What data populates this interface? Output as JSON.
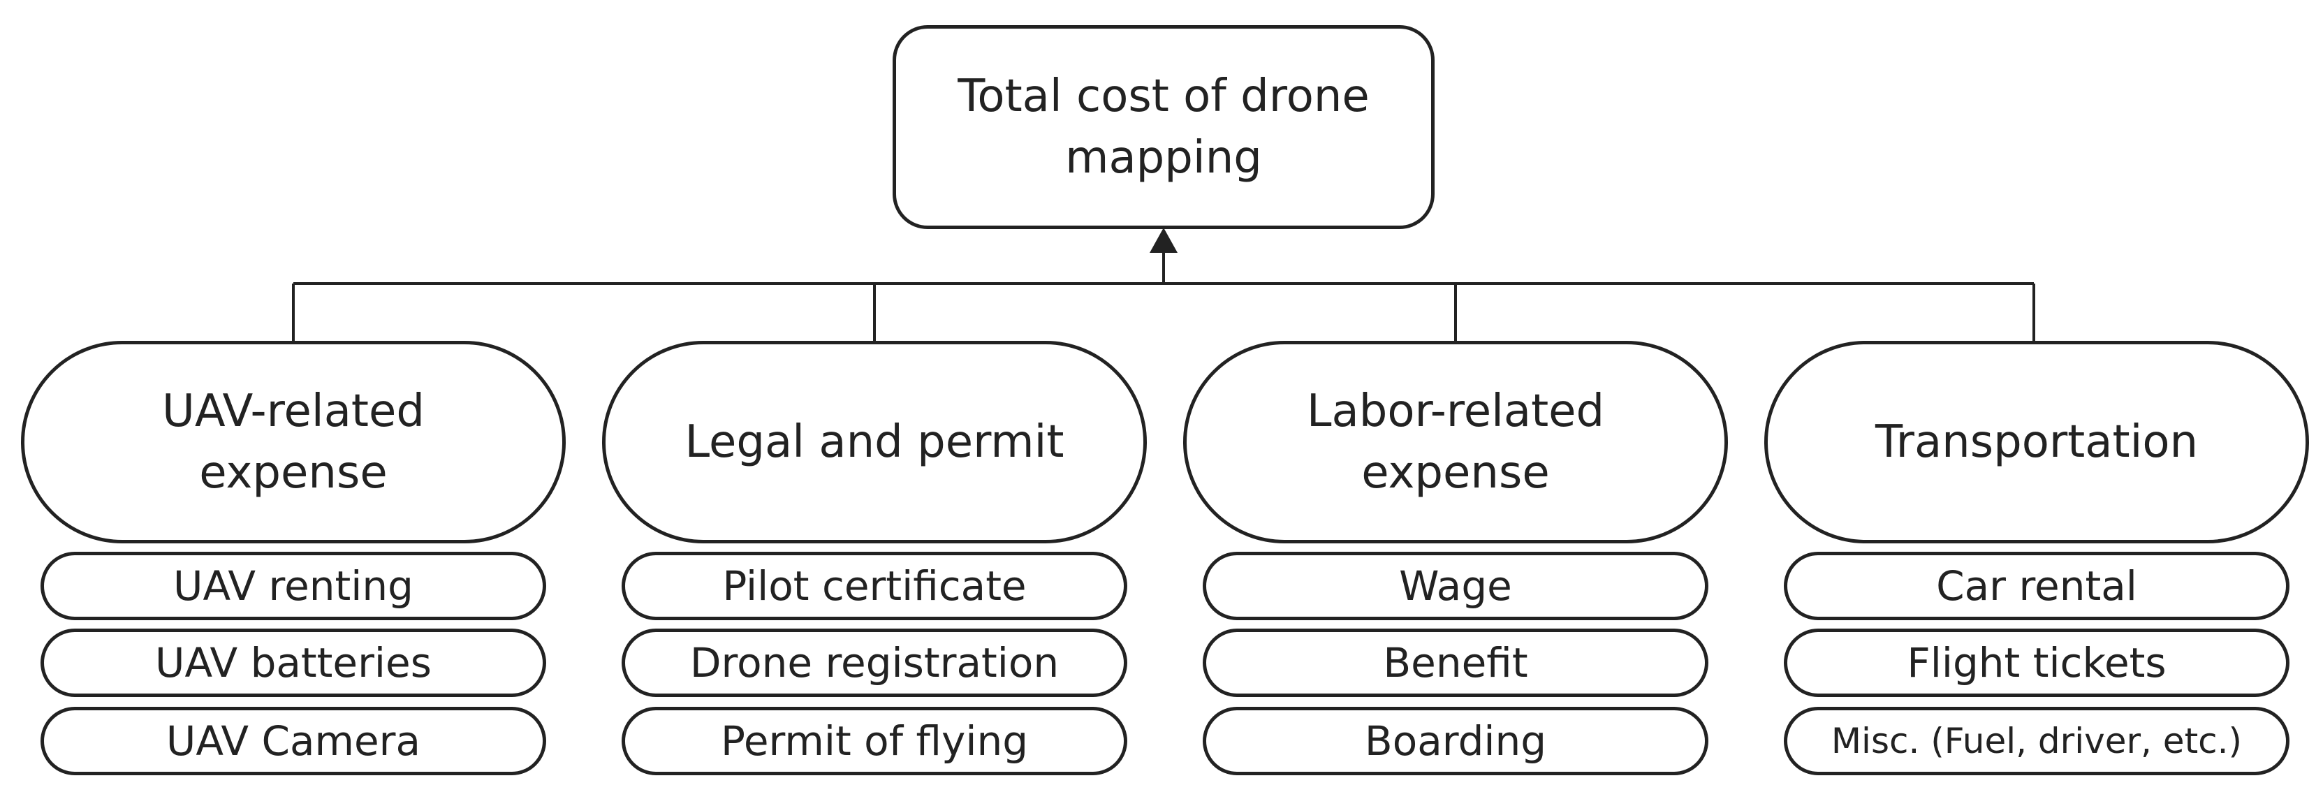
{
  "diagram": {
    "root": {
      "label": "Total cost of drone mapping"
    },
    "categories": [
      {
        "label": "UAV-related expense",
        "items": [
          "UAV renting",
          "UAV batteries",
          "UAV Camera"
        ]
      },
      {
        "label": "Legal and permit",
        "items": [
          "Pilot certificate",
          "Drone registration",
          "Permit of flying"
        ]
      },
      {
        "label": "Labor-related expense",
        "items": [
          "Wage",
          "Benefit",
          "Boarding"
        ]
      },
      {
        "label": "Transportation",
        "items": [
          "Car rental",
          "Flight tickets",
          "Misc. (Fuel, driver, etc.)"
        ]
      }
    ],
    "colors": {
      "stroke": "#222222",
      "fill": "#ffffff",
      "text": "#222222"
    }
  }
}
